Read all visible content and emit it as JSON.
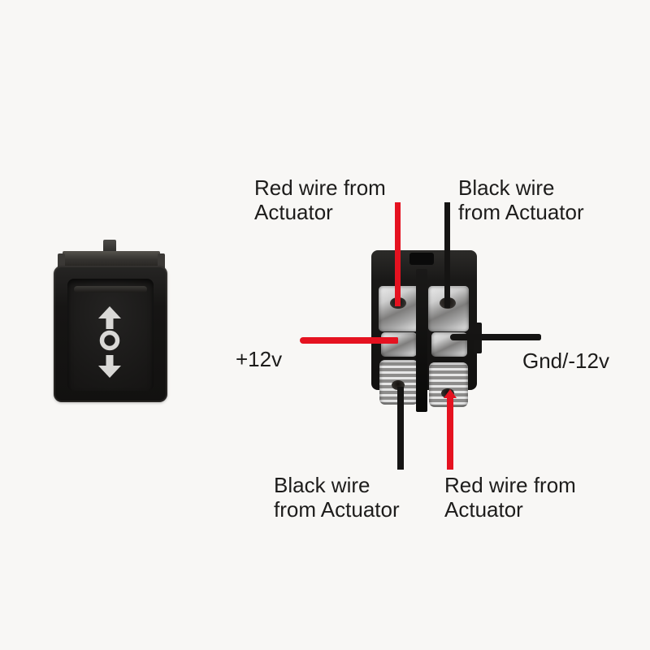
{
  "colors": {
    "background": "#f8f7f5",
    "red_wire": "#e51220",
    "black_wire": "#151413",
    "text": "#1d1c1b",
    "switch_body": "#1b1a18",
    "terminal_light": "#ececec",
    "terminal_dark": "#7e7d7c",
    "symbol": "#d9d8d6"
  },
  "labels": {
    "top_left": {
      "line1": "Red wire from",
      "line2": "Actuator"
    },
    "top_right": {
      "line1": "Black wire",
      "line2": "from Actuator"
    },
    "mid_left": {
      "text": "+12v"
    },
    "mid_right": {
      "text": "Gnd/-12v"
    },
    "bottom_left": {
      "line1": "Black wire",
      "line2": "from Actuator"
    },
    "bottom_right": {
      "line1": "Red wire from",
      "line2": "Actuator"
    }
  },
  "front_switch": {
    "symbols": [
      "up-arrow",
      "off-circle",
      "down-arrow"
    ]
  },
  "back_switch": {
    "terminals": [
      "top-left",
      "top-right",
      "mid-left",
      "mid-right",
      "bottom-left",
      "bottom-right"
    ]
  }
}
